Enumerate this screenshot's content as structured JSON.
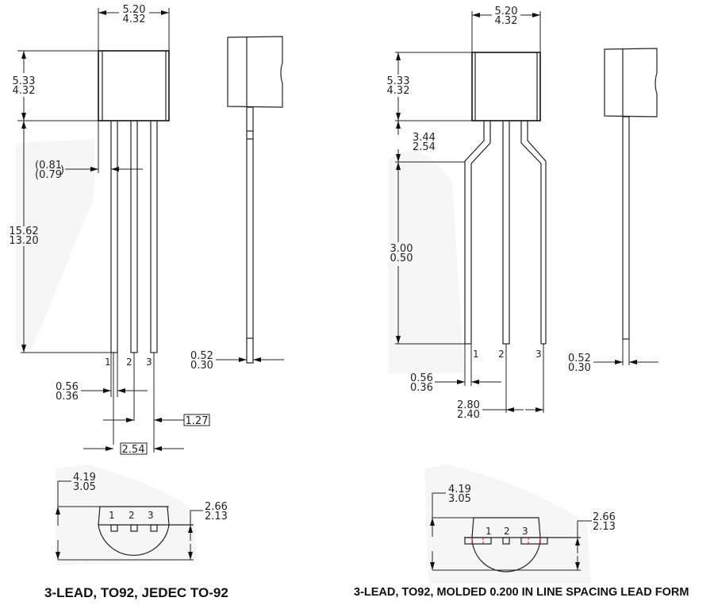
{
  "left_package": {
    "caption": "3-LEAD, TO92, JEDEC TO-92",
    "body_width": {
      "max": "5.20",
      "min": "4.32"
    },
    "body_height": {
      "max": "5.33",
      "min": "4.32"
    },
    "lead_offset": {
      "max": "(0.81",
      "min": "(0.79",
      "close": ")"
    },
    "lead_length": {
      "max": "15.62",
      "min": "13.20"
    },
    "lead_width": {
      "max": "0.56",
      "min": "0.36"
    },
    "lead_thickness": {
      "max": "0.52",
      "min": "0.30"
    },
    "pitch_half": "1.27",
    "pitch_full": "2.54",
    "pins": [
      "1",
      "2",
      "3"
    ],
    "bottom_view": {
      "overall_depth": {
        "max": "4.19",
        "min": "3.05"
      },
      "flat_to_base": {
        "max": "2.66",
        "min": "2.13"
      },
      "pins": [
        "1",
        "2",
        "3"
      ]
    }
  },
  "right_package": {
    "caption": "3-LEAD, TO92, MOLDED 0.200 IN LINE SPACING LEAD FORM",
    "body_width": {
      "max": "5.20",
      "min": "4.32"
    },
    "body_height": {
      "max": "5.33",
      "min": "4.32"
    },
    "bend_height": {
      "max": "3.44",
      "min": "2.54"
    },
    "lead_length": {
      "max": "3.00",
      "min": "0.50"
    },
    "lead_width": {
      "max": "0.56",
      "min": "0.36"
    },
    "lead_thickness": {
      "max": "0.52",
      "min": "0.30"
    },
    "lead_spacing": {
      "max": "2.80",
      "min": "2.40"
    },
    "pins": [
      "1",
      "2",
      "3"
    ],
    "bottom_view": {
      "overall_depth": {
        "max": "4.19",
        "min": "3.05"
      },
      "flat_to_base": {
        "max": "2.66",
        "min": "2.13"
      },
      "pins": [
        "1",
        "2",
        "3"
      ]
    }
  },
  "colors": {
    "line": "#222222",
    "highlight": "#e02020",
    "background": "#ffffff"
  }
}
